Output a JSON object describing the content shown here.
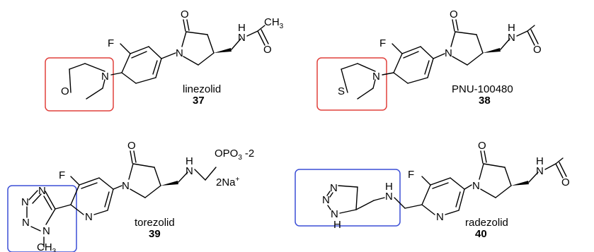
{
  "compounds": [
    {
      "name": "linezolid",
      "number": "37"
    },
    {
      "name": "PNU-100480",
      "number": "38"
    },
    {
      "name": "torezolid",
      "number": "39"
    },
    {
      "name": "radezolid",
      "number": "40"
    }
  ],
  "atoms": {
    "F": "F",
    "O": "O",
    "N": "N",
    "H": "H",
    "S": "S",
    "CH3": "CH",
    "three": "3",
    "OPO3": "OPO",
    "charge": "-2",
    "sodium": "2Na",
    "plus": "+"
  },
  "colors": {
    "highlight_red": "#e0403c",
    "highlight_blue": "#3c4fd6",
    "bond": "#000000"
  }
}
